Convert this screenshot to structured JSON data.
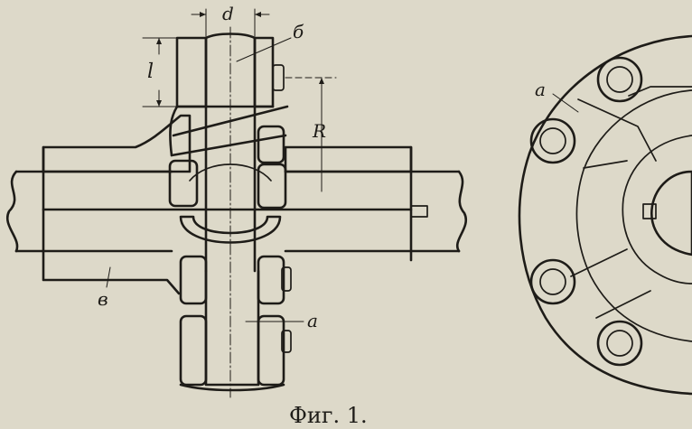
{
  "figure": {
    "caption": "Фиг. 1.",
    "labels": {
      "d": "d",
      "l": "l",
      "R": "R",
      "b": "б",
      "a_center": "а",
      "v": "в",
      "a_right": "а"
    }
  },
  "colors": {
    "paper": "#ddd9c9",
    "ink": "#1e1c18",
    "hatch": "#2b2822"
  }
}
